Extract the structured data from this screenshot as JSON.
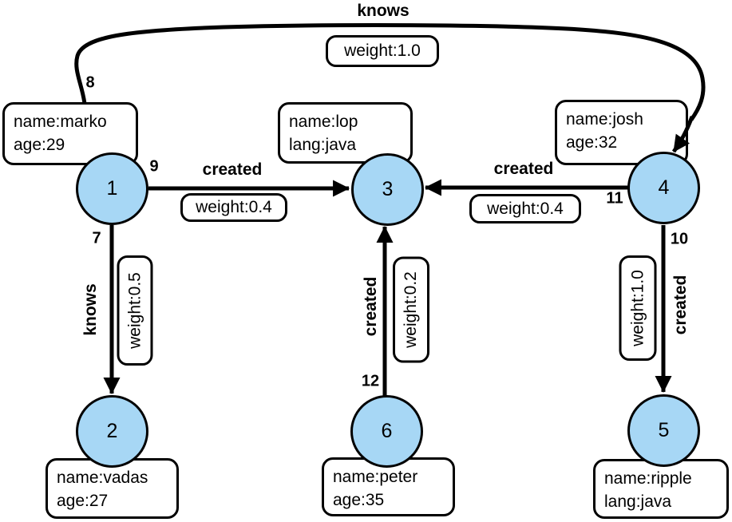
{
  "background": "#ffffff",
  "node_style": {
    "fill": "#a7d7f5",
    "border": "#000000"
  },
  "edge_style": {
    "color": "#000000"
  },
  "nodes": [
    {
      "id": "1",
      "properties": [
        "name:marko",
        "age:29"
      ]
    },
    {
      "id": "2",
      "properties": [
        "name:vadas",
        "age:27"
      ]
    },
    {
      "id": "3",
      "properties": [
        "name:lop",
        "lang:java"
      ]
    },
    {
      "id": "4",
      "properties": [
        "name:josh",
        "age:32"
      ]
    },
    {
      "id": "5",
      "properties": [
        "name:ripple",
        "lang:java"
      ]
    },
    {
      "id": "6",
      "properties": [
        "name:peter",
        "age:35"
      ]
    }
  ],
  "edges": [
    {
      "id": "7",
      "label": "knows",
      "weight": "weight:0.5",
      "source": "1",
      "target": "2"
    },
    {
      "id": "8",
      "label": "knows",
      "weight": "weight:1.0",
      "source": "1",
      "target": "4"
    },
    {
      "id": "9",
      "label": "created",
      "weight": "weight:0.4",
      "source": "1",
      "target": "3"
    },
    {
      "id": "10",
      "label": "created",
      "weight": "weight:1.0",
      "source": "4",
      "target": "5"
    },
    {
      "id": "11",
      "label": "created",
      "weight": "weight:0.4",
      "source": "4",
      "target": "3"
    },
    {
      "id": "12",
      "label": "created",
      "weight": "weight:0.2",
      "source": "6",
      "target": "3"
    }
  ]
}
